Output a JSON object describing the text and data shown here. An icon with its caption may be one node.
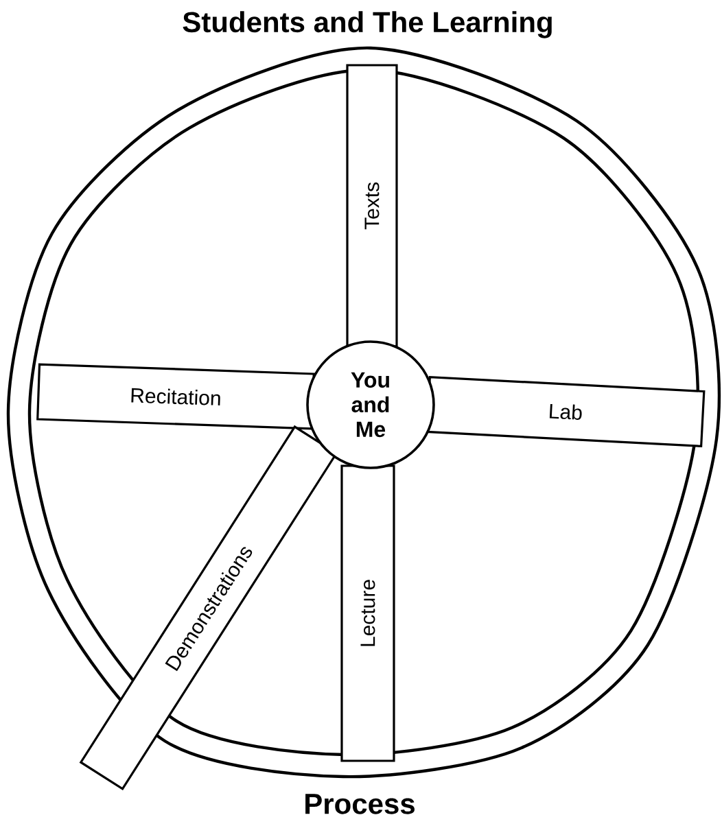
{
  "diagram": {
    "nodes": [
      {
        "text": [
          "Texts"
        ]
      },
      {
        "text": [
          "Recitation"
        ]
      },
      {
        "text": [
          "You and Me"
        ]
      },
      {
        "text": [
          "Lab"
        ]
      },
      {
        "text": [
          "Demonstrations"
        ]
      },
      {
        "text": [
          "Lecture"
        ]
      }
    ],
    "labels": [
      "Students and The Learning",
      "Process"
    ]
  }
}
